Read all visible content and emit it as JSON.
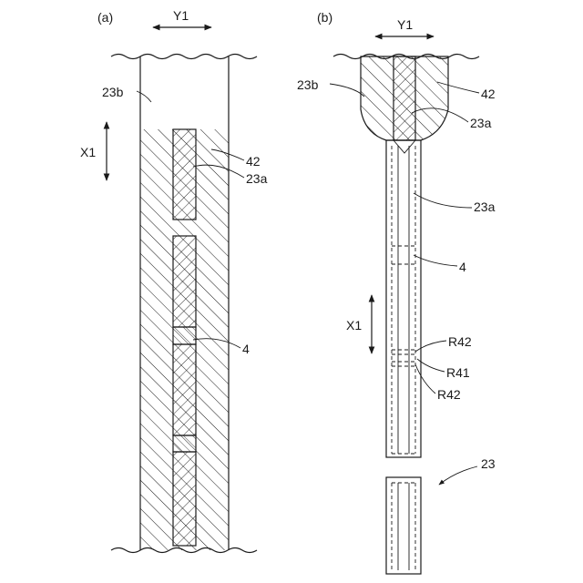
{
  "panel_a": {
    "label": "(a)",
    "y_axis_label": "Y1",
    "x_axis_label": "X1",
    "callouts": {
      "c23b": "23b",
      "c42": "42",
      "c23a": "23a",
      "c4": "4"
    }
  },
  "panel_b": {
    "label": "(b)",
    "y_axis_label": "Y1",
    "x_axis_label": "X1",
    "callouts": {
      "c23b": "23b",
      "c42": "42",
      "c23a_top": "23a",
      "c23a_mid": "23a",
      "c4": "4",
      "r42_top": "R42",
      "r41": "R41",
      "r42_bottom": "R42",
      "c23": "23"
    }
  }
}
